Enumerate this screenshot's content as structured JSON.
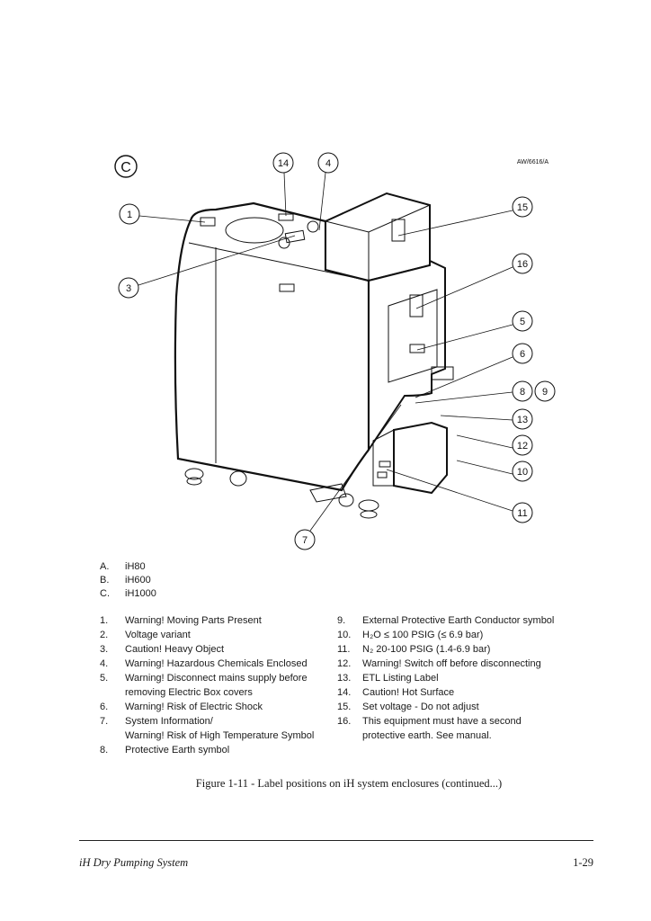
{
  "figure": {
    "view_letter": "C",
    "drawing_ref": "AW/6616/A",
    "callouts": [
      "14",
      "4",
      "1",
      "3",
      "15",
      "16",
      "5",
      "6",
      "8",
      "9",
      "13",
      "12",
      "10",
      "11",
      "7"
    ]
  },
  "variants": [
    {
      "key": "A.",
      "label": "iH80"
    },
    {
      "key": "B.",
      "label": "iH600"
    },
    {
      "key": "C.",
      "label": "iH1000"
    }
  ],
  "labels_left": [
    {
      "num": "1.",
      "text": "Warning! Moving Parts Present"
    },
    {
      "num": "2.",
      "text": "Voltage variant"
    },
    {
      "num": "3.",
      "text": "Caution! Heavy Object"
    },
    {
      "num": "4.",
      "text": "Warning! Hazardous Chemicals Enclosed"
    },
    {
      "num": "5.",
      "text": "Warning! Disconnect mains supply before"
    },
    {
      "num": "",
      "text": "removing Electric Box covers"
    },
    {
      "num": "6.",
      "text": "Warning! Risk of Electric Shock"
    },
    {
      "num": "7.",
      "text": "System Information/"
    },
    {
      "num": "",
      "text": "Warning! Risk of High Temperature Symbol"
    },
    {
      "num": "8.",
      "text": "Protective Earth symbol"
    }
  ],
  "labels_right": [
    {
      "num": "9.",
      "text": "External Protective Earth Conductor symbol"
    },
    {
      "num": "10.",
      "text": "H₂O ≤ 100 PSIG (≤ 6.9 bar)"
    },
    {
      "num": "11.",
      "text": "N₂ 20-100 PSIG (1.4-6.9 bar)"
    },
    {
      "num": "12.",
      "text": "Warning! Switch off before disconnecting"
    },
    {
      "num": "13.",
      "text": "ETL Listing Label"
    },
    {
      "num": "14.",
      "text": "Caution! Hot Surface"
    },
    {
      "num": "15.",
      "text": "Set voltage - Do not adjust"
    },
    {
      "num": "16.",
      "text": "This equipment must have a second"
    },
    {
      "num": "",
      "text": "protective earth. See manual."
    }
  ],
  "caption": "Figure 1-11 - Label positions on iH system enclosures (continued...)",
  "footer": {
    "title": "iH Dry Pumping System",
    "page": "1-29"
  }
}
